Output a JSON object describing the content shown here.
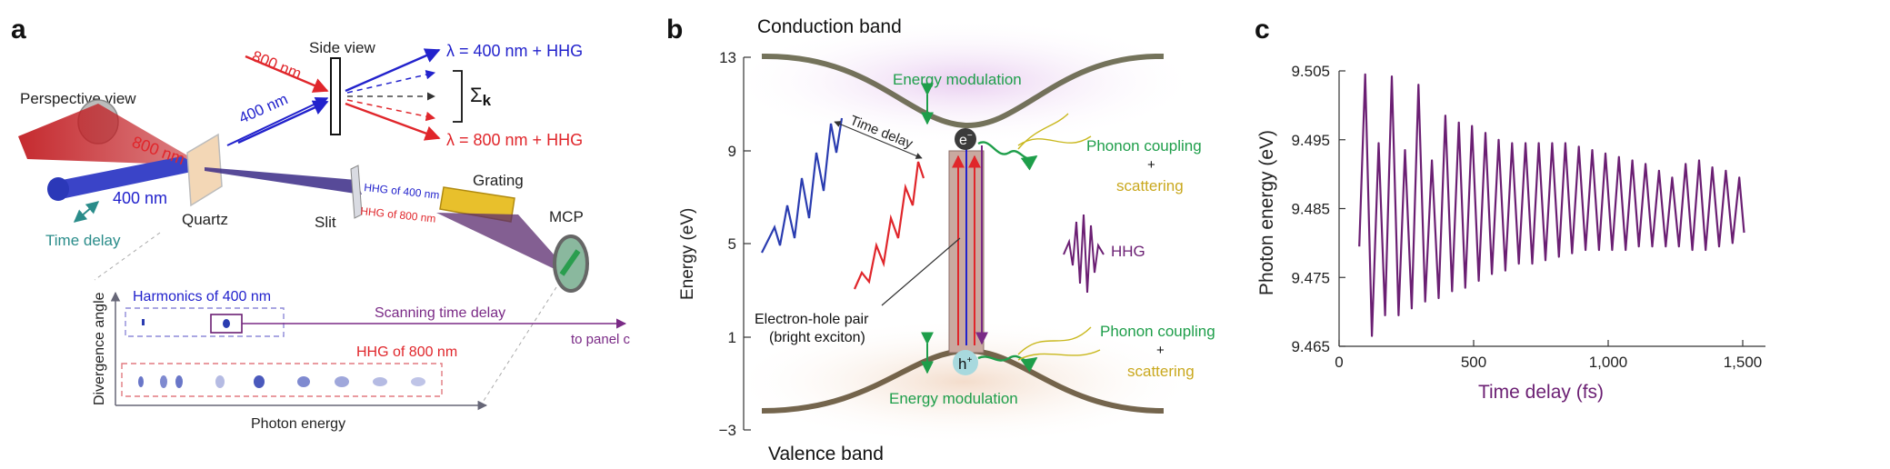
{
  "panel_a": {
    "letter": "a",
    "side_view": "Side view",
    "beam_800_small": "800 nm",
    "beam_400_small": "400 nm",
    "lambda_400": "λ = 400 nm + HHG",
    "lambda_800": "λ = 800 nm + HHG",
    "sum_k": "Σ",
    "sum_k_sub": "k",
    "perspective_view": "Perspective view",
    "beam_800": "800 nm",
    "beam_400": "400 nm",
    "time_delay": "Time delay",
    "quartz": "Quartz",
    "slit": "Slit",
    "grating": "Grating",
    "mcp": "MCP",
    "hhg_of_400_slit": "HHG of 400 nm",
    "hhg_of_800_slit": "HHG of 800 nm",
    "harmonics_400": "Harmonics of 400 nm",
    "scanning_time_delay": "Scanning time delay",
    "to_panel_c": "to panel c",
    "hhg_800": "HHG of 800 nm",
    "divergence_angle": "Divergence angle",
    "photon_energy": "Photon energy"
  },
  "panel_b": {
    "letter": "b",
    "conduction_band": "Conduction band",
    "valence_band": "Valence band",
    "y_label": "Energy (eV)",
    "y_ticks": [
      "13",
      "9",
      "5",
      "1",
      "−3"
    ],
    "energy_modulation_top": "Energy modulation",
    "energy_modulation_bottom": "Energy modulation",
    "time_delay": "Time delay",
    "phonon_coupling_top": "Phonon coupling",
    "plus_top": "+",
    "scattering_top": "scattering",
    "phonon_coupling_bottom": "Phonon coupling",
    "plus_bottom": "+",
    "scattering_bottom": "scattering",
    "hhg": "HHG",
    "electron_hole_pair": "Electron-hole pair",
    "bright_exciton": "(bright exciton)",
    "electron": "e",
    "electron_sup": "−",
    "hole": "h",
    "hole_sup": "+"
  },
  "panel_c": {
    "letter": "c",
    "chart_data": {
      "type": "line",
      "title": "",
      "xlabel": "Time delay (fs)",
      "ylabel": "Photon energy (eV)",
      "xlim": [
        0,
        1500
      ],
      "ylim": [
        9.465,
        9.505
      ],
      "x_ticks": [
        0,
        500,
        1000,
        1500
      ],
      "x_tick_labels": [
        "0",
        "500",
        "1,000",
        "1,500"
      ],
      "y_ticks": [
        9.465,
        9.475,
        9.485,
        9.495,
        9.505
      ],
      "y_tick_labels": [
        "9.465",
        "9.475",
        "9.485",
        "9.495",
        "9.505"
      ],
      "grid": false,
      "color": "#6b1f73",
      "series": [
        {
          "x": [
            75,
            97,
            122,
            147,
            171,
            196,
            221,
            245,
            270,
            295,
            320,
            345,
            370,
            395,
            420,
            445,
            469,
            494,
            519,
            544,
            568,
            593,
            618,
            643,
            668,
            693,
            718,
            742,
            767,
            792,
            817,
            841,
            866,
            891,
            916,
            941,
            966,
            990,
            1015,
            1040,
            1065,
            1090,
            1114,
            1139,
            1164,
            1189,
            1214,
            1238,
            1263,
            1288,
            1313,
            1338,
            1362,
            1387,
            1412,
            1437,
            1462,
            1487,
            1505
          ],
          "y": [
            9.4795,
            9.5045,
            9.4665,
            9.4945,
            9.4695,
            9.5042,
            9.4695,
            9.4935,
            9.4705,
            9.503,
            9.4715,
            9.492,
            9.472,
            9.4985,
            9.473,
            9.4975,
            9.4735,
            9.497,
            9.4745,
            9.496,
            9.4755,
            9.495,
            9.476,
            9.4945,
            9.477,
            9.4945,
            9.477,
            9.4945,
            9.4775,
            9.4945,
            9.478,
            9.4945,
            9.4785,
            9.494,
            9.479,
            9.4935,
            9.479,
            9.493,
            9.479,
            9.4925,
            9.479,
            9.492,
            9.4795,
            9.4915,
            9.4795,
            9.4905,
            9.4795,
            9.4895,
            9.4795,
            9.4915,
            9.479,
            9.492,
            9.479,
            9.491,
            9.4795,
            9.4905,
            9.48,
            9.4895,
            9.4815
          ]
        }
      ]
    }
  }
}
